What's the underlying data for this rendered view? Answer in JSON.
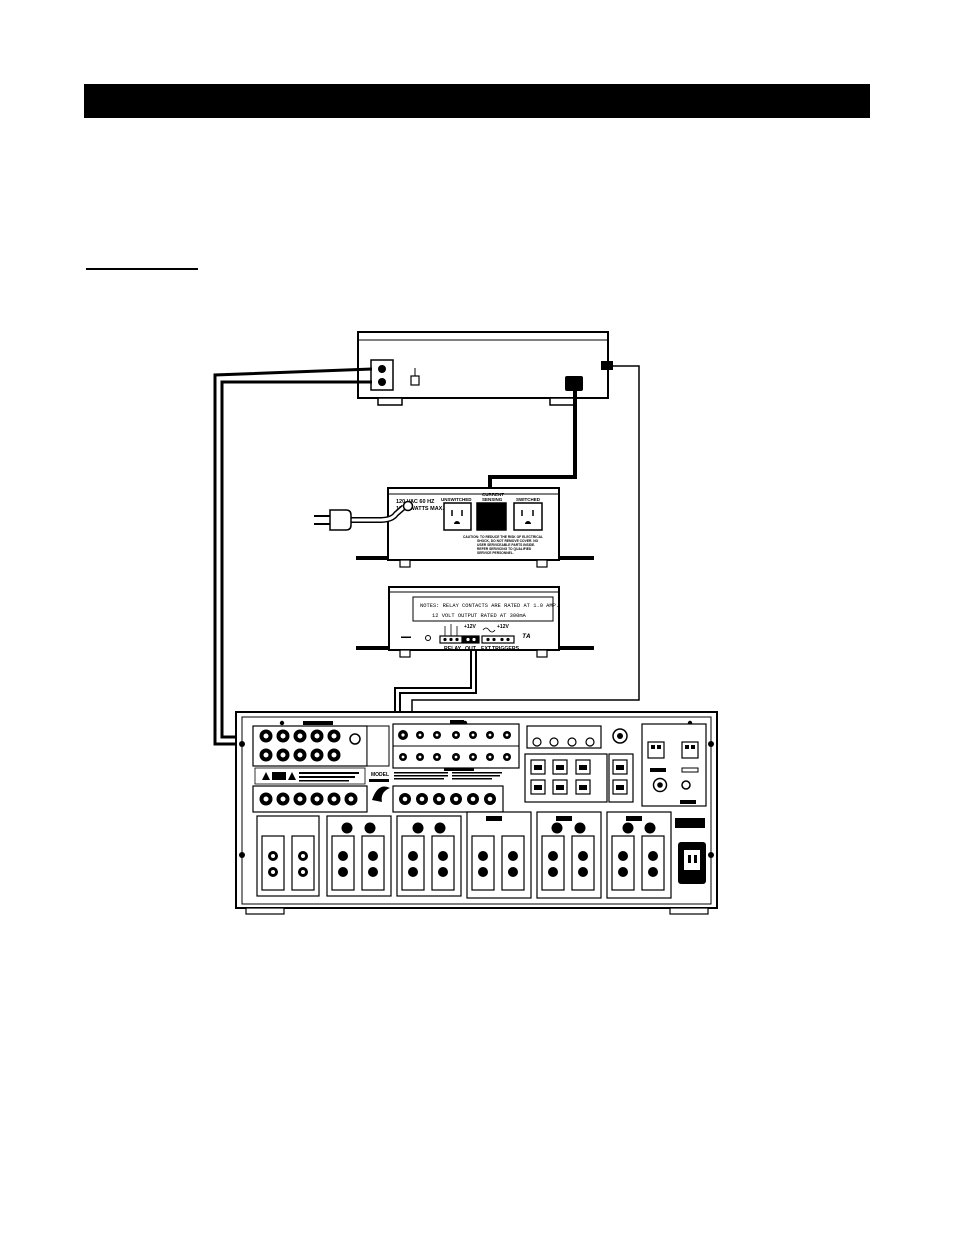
{
  "conditioner": {
    "rating_line1": "120 VAC 60 HZ",
    "rating_line2": "1800 WATTS MAX.",
    "unswitched": "UNSWITCHED",
    "current_line1": "CURRENT",
    "current_line2": "SENSING",
    "switched": "SWITCHED",
    "caution_lines": [
      "CAUTION: TO REDUCE THE RISK OF ELECTRICAL",
      "SHOCK, DO NOT REMOVE COVER. NO",
      "USER SERVICEABLE PARTS INSIDE.",
      "REFER SERVICING TO QUALIFIED",
      "SERVICE PERSONNEL."
    ]
  },
  "trigger_box": {
    "note_line1": "NOTES: RELAY CONTACTS ARE RATED AT 1.0 AMP.",
    "note_line2": "12 VOLT OUTPUT RATED AT 300mA",
    "plus12_a": "+12V",
    "plus12_b": "+12V",
    "relay": "RELAY",
    "out": "OUT",
    "ext": "EXT",
    "triggers": "TRIGGERS"
  },
  "amplifier": {
    "model": "MODEL"
  }
}
